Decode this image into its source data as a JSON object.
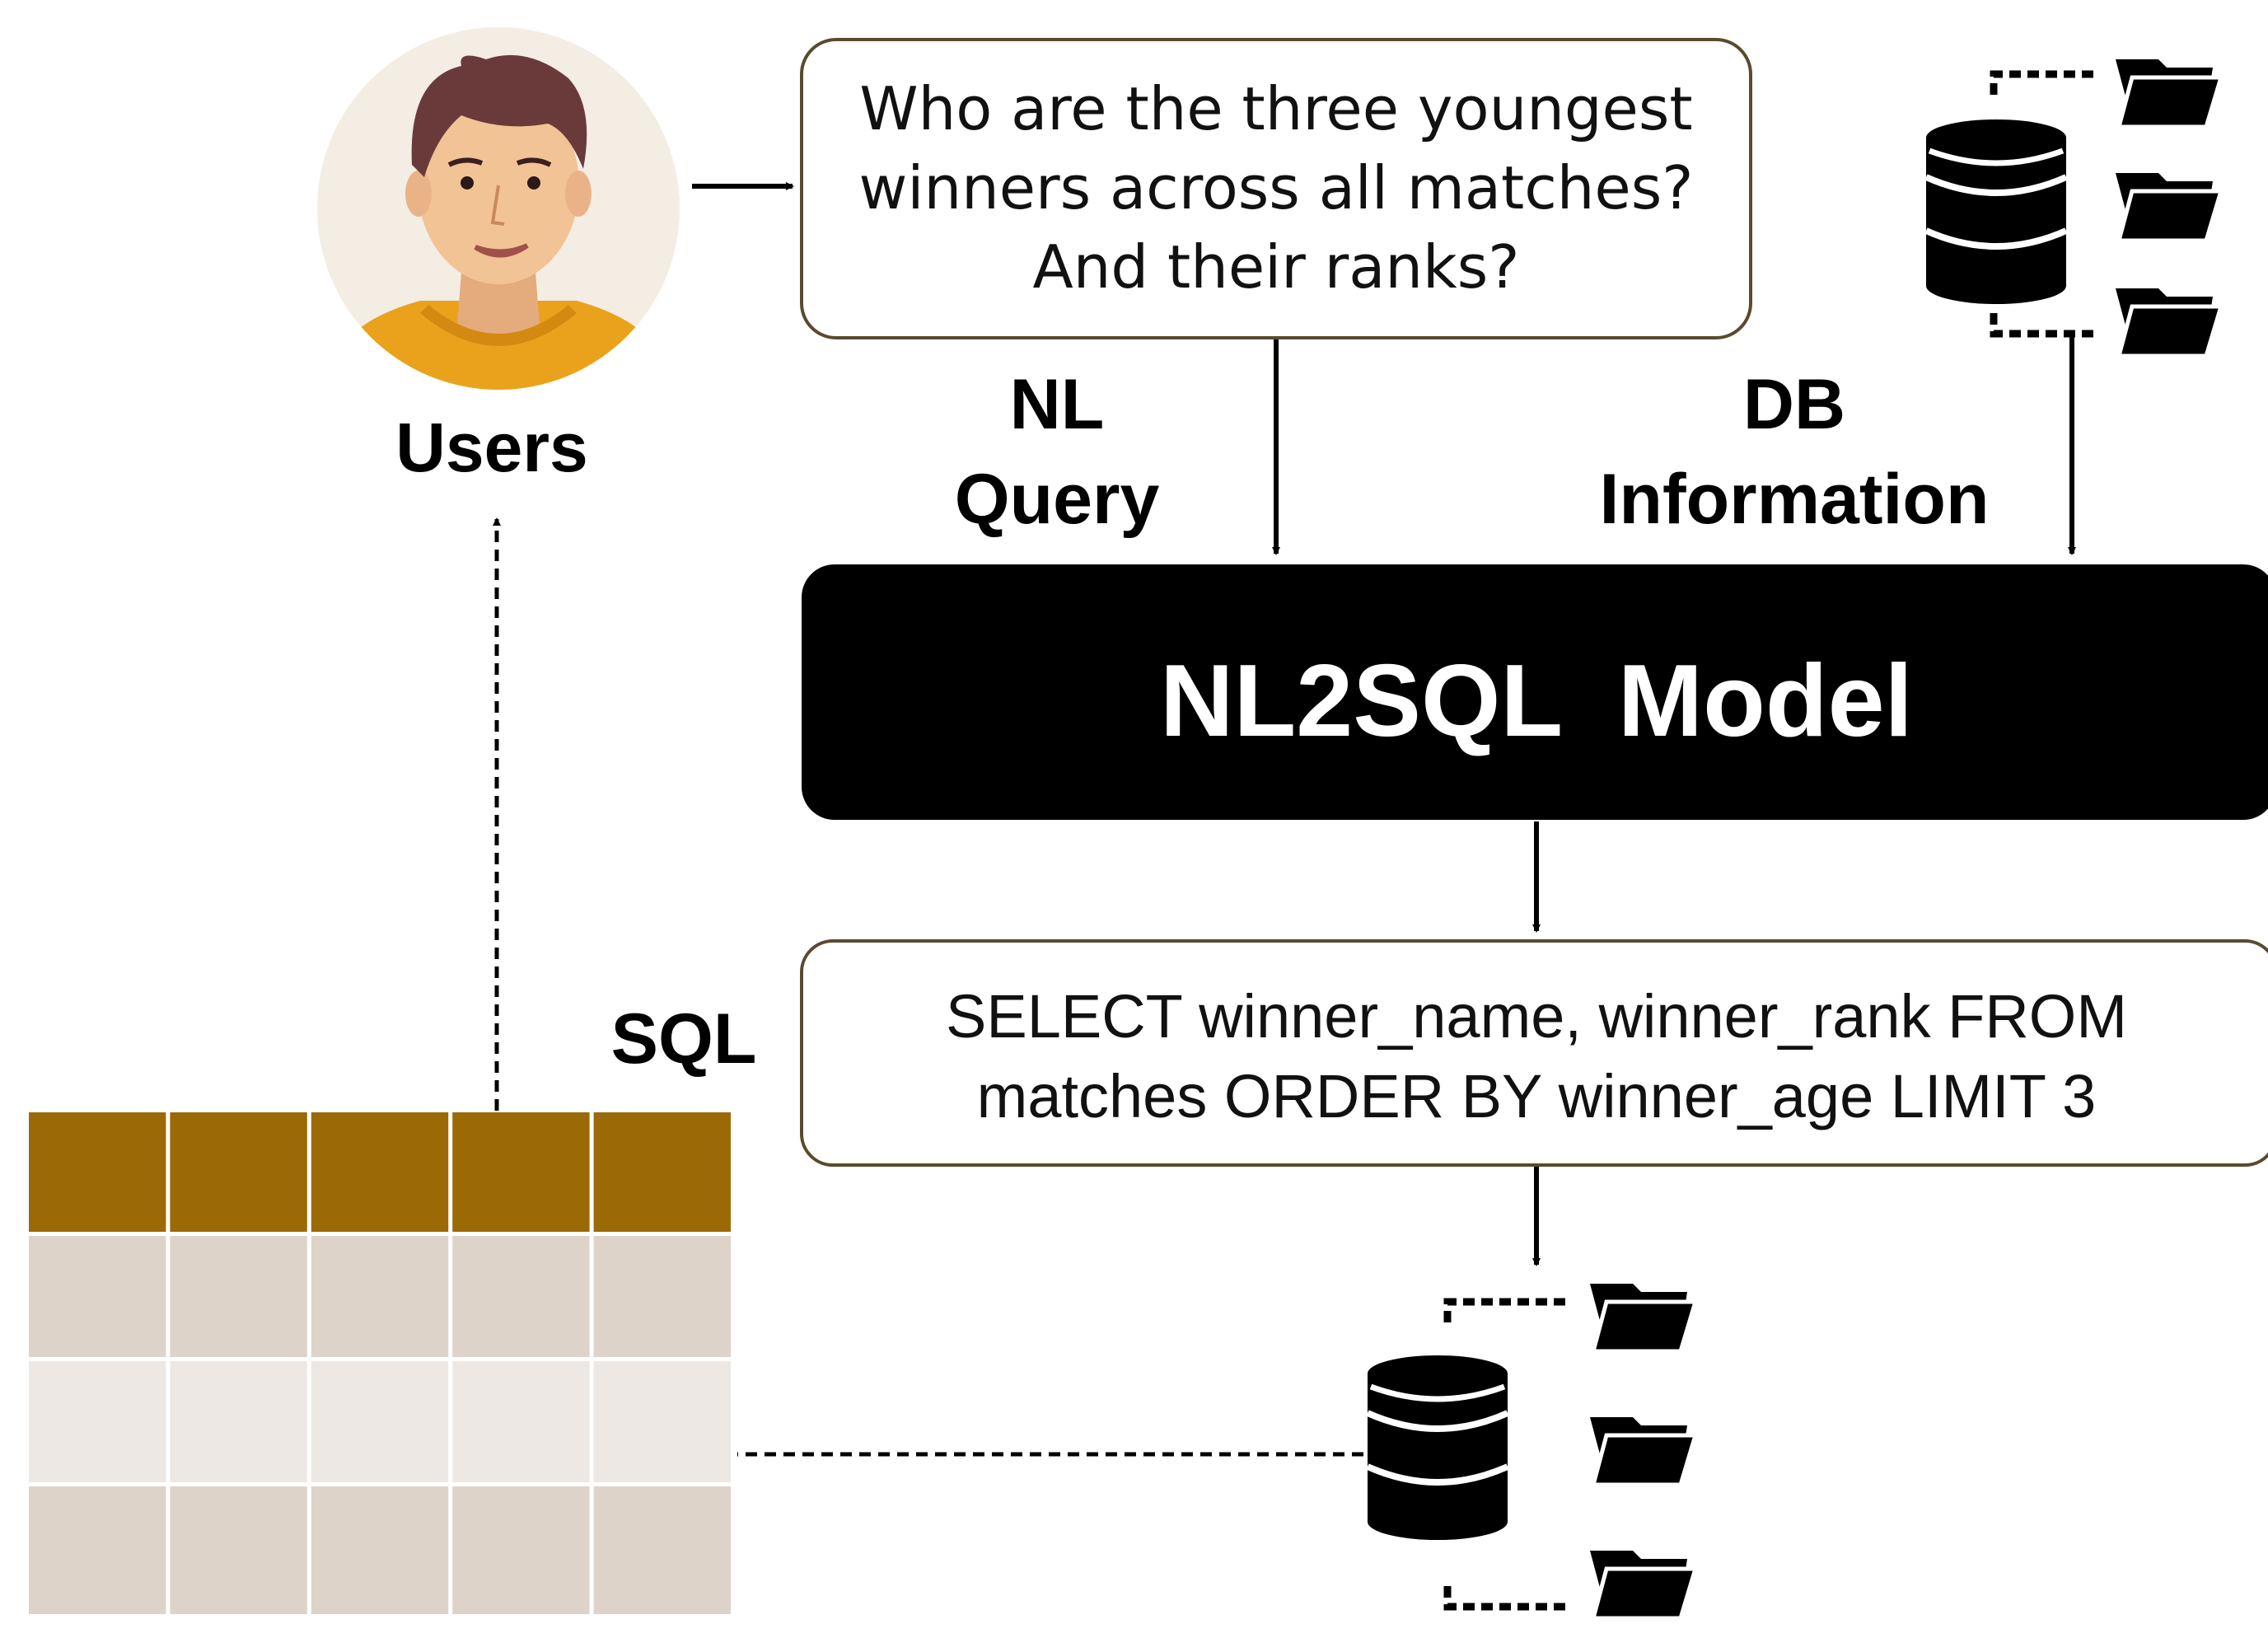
{
  "users_label": "Users",
  "question_box": {
    "lines": [
      "Who are the three youngest",
      "winners across all matches?",
      "And their ranks?"
    ]
  },
  "nl_query_label": [
    "NL",
    "Query"
  ],
  "db_info_label": [
    "DB",
    "Information"
  ],
  "model_label": "NL2SQL  Model",
  "sql_label": "SQL",
  "sql_box": {
    "lines": [
      "SELECT winner_name, winner_rank FROM",
      "matches ORDER BY winner_age LIMIT 3"
    ]
  },
  "colors": {
    "box_border": "#5a4a2e",
    "model_fill": "#000000",
    "table_header": "#9b6a06",
    "table_row_dark": "#ddd3c9",
    "table_row_light": "#ede8e4",
    "avatar_bg": "#f3ede4",
    "skin": "#f2c394",
    "hair": "#6a3a3a",
    "shirt": "#eaa21c"
  },
  "icons": [
    "user-avatar-icon",
    "database-icon",
    "folder-icon",
    "result-table-icon"
  ]
}
